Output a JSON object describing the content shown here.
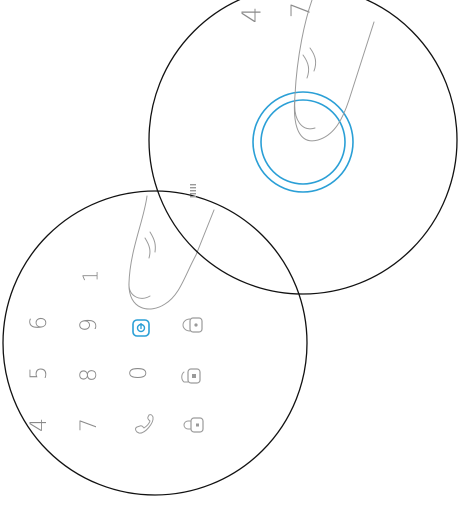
{
  "keypad": {
    "keys": [
      {
        "label": "4",
        "kind": "digit"
      },
      {
        "label": "5",
        "kind": "digit"
      },
      {
        "label": "6",
        "kind": "digit"
      },
      {
        "label": "7",
        "kind": "digit"
      },
      {
        "label": "8",
        "kind": "digit"
      },
      {
        "label": "9",
        "kind": "digit"
      },
      {
        "label": "0",
        "kind": "digit"
      },
      {
        "label": "1",
        "kind": "digit"
      }
    ],
    "icons": [
      "phone-icon",
      "fingerprint-lock-icon",
      "lock-icon",
      "home-lock-icon",
      "away-lock-icon"
    ]
  },
  "zoom_view": {
    "keys": [
      {
        "label": "4",
        "kind": "digit"
      },
      {
        "label": "7",
        "kind": "digit"
      }
    ],
    "icons": [
      "signal-strength-icon"
    ]
  },
  "colors": {
    "accent": "#2a9fd6",
    "outline": "#111111",
    "glyph": "#8a8a8a",
    "finger": "#9a9a9a"
  }
}
